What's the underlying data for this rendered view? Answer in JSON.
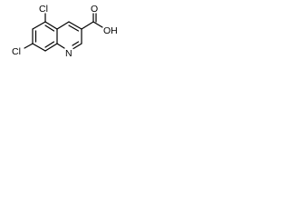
{
  "molecule": {
    "atoms": {
      "cl_top": "Cl",
      "cl_bottom": "Cl",
      "nitrogen": "N",
      "oxygen_carbonyl": "O",
      "hydroxyl": "OH"
    }
  }
}
